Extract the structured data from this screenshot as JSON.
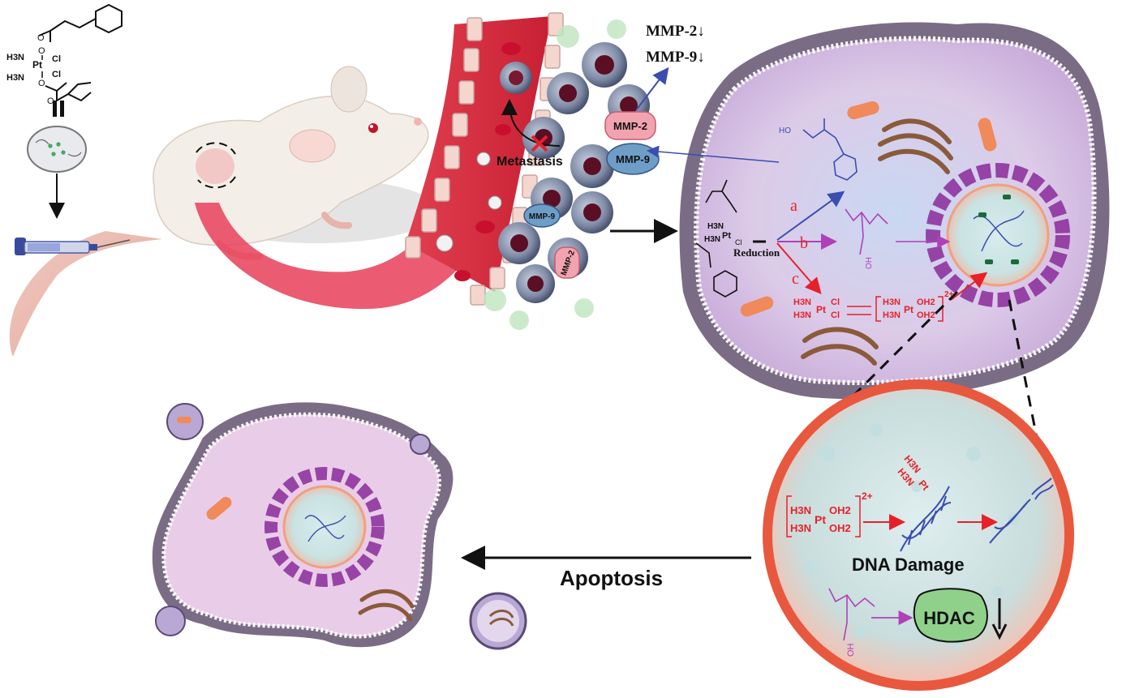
{
  "figure": {
    "mmp2_down": "MMP-2↓",
    "mmp9_down": "MMP-9↓",
    "metastasis": "Metastasis",
    "mmp2_label": "MMP-2",
    "mmp9_label": "MMP-9",
    "reduction": "Reduction",
    "path_a": "a",
    "path_b": "b",
    "path_c": "c",
    "dna_damage": "DNA Damage",
    "hdac": "HDAC",
    "apoptosis": "Apoptosis",
    "compound": {
      "h3n_top": "H3N",
      "h3n_bottom": "H3N",
      "pt": "Pt",
      "cl_top": "Cl",
      "cl_bottom": "Cl"
    },
    "cisplatin": {
      "h3n_top": "H3N",
      "h3n_bottom": "H3N",
      "pt": "Pt",
      "cl_top": "Cl",
      "cl_bottom": "Cl"
    },
    "aqua": {
      "h3n_top": "H3N",
      "h3n_bottom": "H3N",
      "pt": "Pt",
      "oh2_top": "OH2",
      "oh2_bottom": "OH2",
      "charge": "2+"
    },
    "dna_adduct": {
      "h3n_top": "H3N",
      "h3n_bottom": "H3N",
      "pt": "Pt"
    },
    "ho_label": "HO",
    "oh_label": "OH",
    "colors": {
      "red": "#e8202a",
      "blue": "#3a4db0",
      "magenta": "#b040b8",
      "cell": "#d9c8e6",
      "nucleus": "#f08a6a",
      "hdac_green": "#8fd18a"
    }
  }
}
